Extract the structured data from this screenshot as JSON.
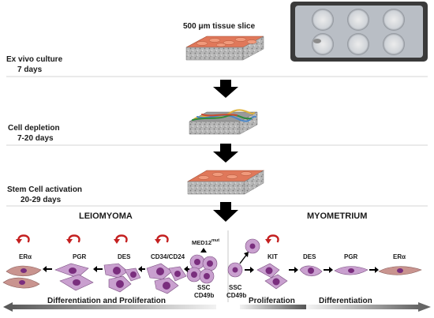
{
  "figure": {
    "top_label": "500 μm tissue slice",
    "stages": [
      {
        "title": "Ex vivo culture",
        "duration": "7 days"
      },
      {
        "title": "Cell depletion",
        "duration": "7-20 days"
      },
      {
        "title": "Stem Cell activation",
        "duration": "20-29 days"
      }
    ],
    "left_panel": {
      "title": "LEIOMYOMA",
      "markers": [
        "ERα",
        "PGR",
        "DES",
        "CD34/CD24"
      ],
      "mutation_base": "MED12",
      "mutation_sup": "mut",
      "stem_labels": [
        "SSC",
        "CD49b"
      ],
      "bar_label": "Differentiation and Proliferation"
    },
    "right_panel": {
      "title": "MYOMETRIUM",
      "stem_labels": [
        "SSC",
        "CD49b"
      ],
      "markers": [
        "KIT",
        "DES",
        "PGR",
        "ERα"
      ],
      "bar_labels": [
        "Proliferation",
        "Differentiation"
      ]
    },
    "colors": {
      "tissue_top": "#e0785a",
      "tissue_side": "#b5b5b5",
      "cell_fill": "#c9a0cf",
      "cell_nucleus": "#7a2e7e",
      "spindle_fill": "#c9948f",
      "spindle_nucleus": "#7a2e7e",
      "arrow_red": "#c42020",
      "bar_dark": "#555555"
    }
  }
}
